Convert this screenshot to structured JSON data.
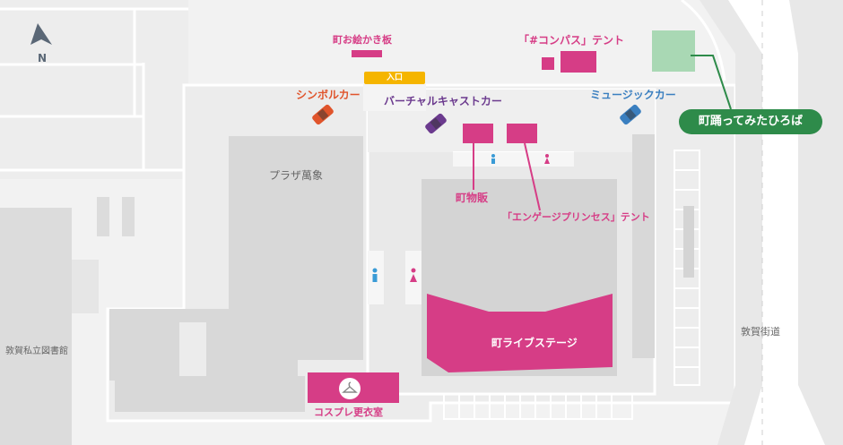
{
  "compass": {
    "label": "N"
  },
  "labels": {
    "drawing_board": "町お絵かき板",
    "compass_tent": "「#コンパス」テント",
    "entrance": "入口",
    "symbol_car": "シンボルカー",
    "virtual_caster_car": "バーチャルキャストカー",
    "music_car": "ミュージックカー",
    "plaza_mansho": "プラザ萬象",
    "merch": "町物販",
    "engage_tent": "「エンゲージプリンセス」テント",
    "stage": "町ライブステージ",
    "costume_room": "コスプレ更衣室",
    "library": "敦賀私立図書館",
    "street": "敦賀街道",
    "dance_plaza": "町踊ってみたひろば"
  },
  "colors": {
    "pink": "#d63d86",
    "orange": "#e0542b",
    "purple": "#6b3a8e",
    "blue": "#3a7fc0",
    "green": "#2e8b4a",
    "light_green": "#a9d8b4",
    "yellow": "#f5b500"
  },
  "icons": [
    "compass-arrow-icon",
    "car-icon",
    "restroom-male-icon",
    "restroom-female-icon",
    "hanger-icon"
  ]
}
